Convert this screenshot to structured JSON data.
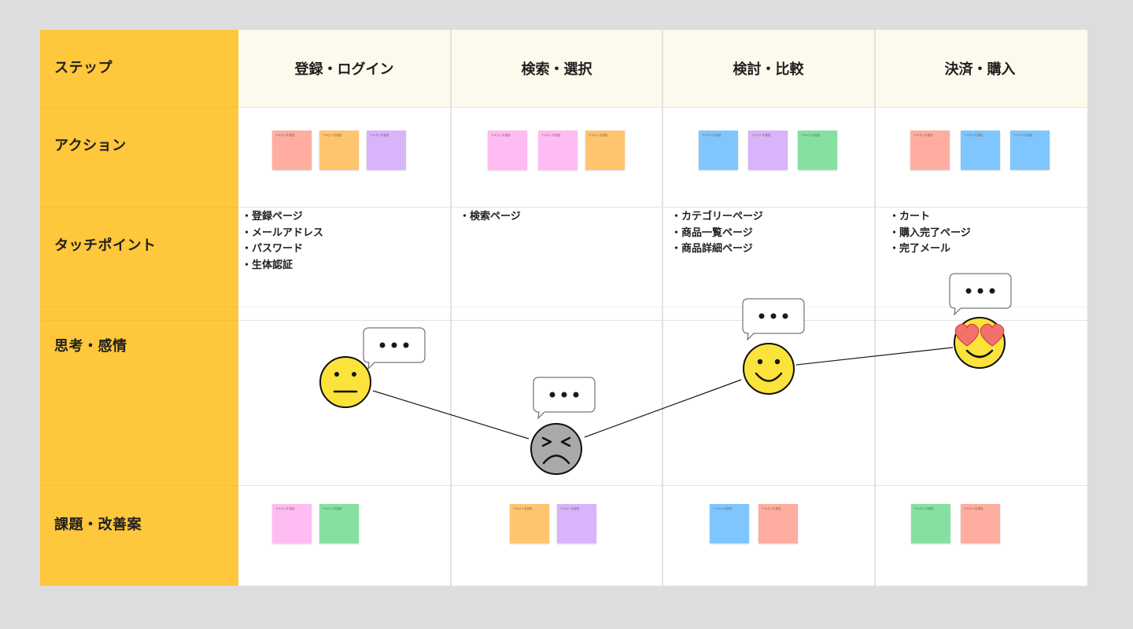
{
  "row_labels": {
    "step": "ステップ",
    "action": "アクション",
    "touchpoint": "タッチポイント",
    "emotion": "思考・感情",
    "issues": "課題・改善案"
  },
  "columns": [
    {
      "title": "登録・ログイン",
      "touchpoints": [
        "登録ページ",
        "メールアドレス",
        "パスワード",
        "生体認証"
      ]
    },
    {
      "title": "検索・選択",
      "touchpoints": [
        "検索ページ"
      ]
    },
    {
      "title": "検討・比較",
      "touchpoints": [
        "カテゴリーページ",
        "商品一覧ページ",
        "商品詳細ページ"
      ]
    },
    {
      "title": "決済・購入",
      "touchpoints": [
        "カート",
        "購入完了ページ",
        "完了メール"
      ]
    }
  ],
  "sticky_text": "テキストを追加",
  "sticky_colors": {
    "salmon": "#ffada0",
    "orange": "#ffc46e",
    "purple": "#d8b4fb",
    "pink": "#ffbcf2",
    "blue": "#7fc6ff",
    "green": "#86e1a1"
  },
  "emotions": [
    {
      "column": 0,
      "face": "neutral-face-icon",
      "fill": "#fbe33c"
    },
    {
      "column": 1,
      "face": "frustrated-face-icon",
      "fill": "#a9a9a9"
    },
    {
      "column": 2,
      "face": "smiling-face-icon",
      "fill": "#fbe33c"
    },
    {
      "column": 3,
      "face": "heart-eyes-face-icon",
      "fill": "#fbe33c"
    }
  ],
  "speech_bubble_icon": "speech-bubble-ellipsis-icon",
  "colors": {
    "label_column": "#ffc73b",
    "header_row": "#fdf9ec",
    "background": "#dddddf"
  }
}
